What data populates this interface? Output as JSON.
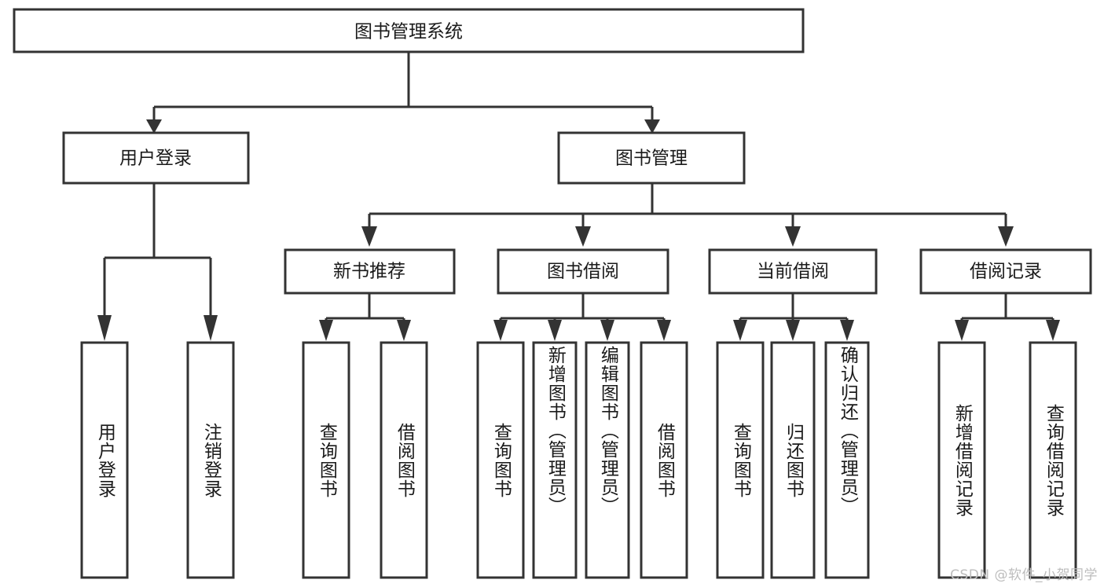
{
  "diagram": {
    "title": "图书管理系统",
    "watermark": "CSDN @软件_小贺同学",
    "colors": {
      "stroke": "#333333",
      "fill": "#ffffff",
      "text": "#1a1a1a",
      "watermark": "#bdbdbd",
      "background": "#ffffff"
    },
    "root": {
      "label": "图书管理系统",
      "orientation": "horizontal"
    },
    "level1": [
      {
        "label": "用户登录",
        "orientation": "horizontal"
      },
      {
        "label": "图书管理",
        "orientation": "horizontal"
      }
    ],
    "level2": [
      {
        "label": "新书推荐",
        "orientation": "horizontal"
      },
      {
        "label": "图书借阅",
        "orientation": "horizontal"
      },
      {
        "label": "当前借阅",
        "orientation": "horizontal"
      },
      {
        "label": "借阅记录",
        "orientation": "horizontal"
      }
    ],
    "leaves": {
      "user_login": [
        {
          "label": "用户登录",
          "orientation": "vertical"
        },
        {
          "label": "注销登录",
          "orientation": "vertical"
        }
      ],
      "new_book_recommend": [
        {
          "label": "查询图书",
          "orientation": "vertical"
        },
        {
          "label": "借阅图书",
          "orientation": "vertical"
        }
      ],
      "book_borrow": [
        {
          "label": "查询图书",
          "orientation": "vertical"
        },
        {
          "label": "新增图书（管理员）",
          "orientation": "vertical"
        },
        {
          "label": "编辑图书（管理员）",
          "orientation": "vertical"
        },
        {
          "label": "借阅图书",
          "orientation": "vertical"
        }
      ],
      "current_borrow": [
        {
          "label": "查询图书",
          "orientation": "vertical"
        },
        {
          "label": "归还图书",
          "orientation": "vertical"
        },
        {
          "label": "确认归还（管理员）",
          "orientation": "vertical"
        }
      ],
      "borrow_record": [
        {
          "label": "新增借阅记录",
          "orientation": "vertical"
        },
        {
          "label": "查询借阅记录",
          "orientation": "vertical"
        }
      ]
    }
  }
}
